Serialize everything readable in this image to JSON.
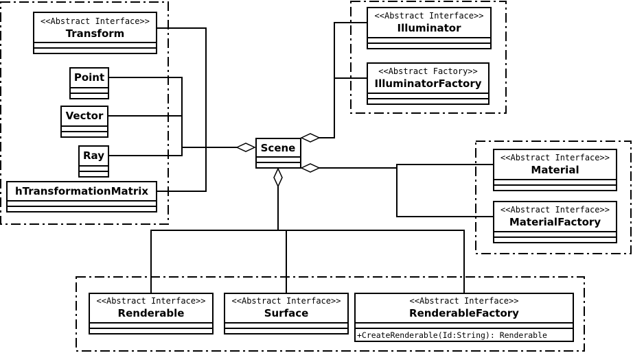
{
  "classes": {
    "transform": {
      "stereotype": "<<Abstract Interface>>",
      "name": "Transform"
    },
    "point": {
      "name": "Point"
    },
    "vector": {
      "name": "Vector"
    },
    "ray": {
      "name": "Ray"
    },
    "htm": {
      "name": "hTransformationMatrix"
    },
    "scene": {
      "name": "Scene"
    },
    "illuminator": {
      "stereotype": "<<Abstract Interface>>",
      "name": "Illuminator"
    },
    "illuminator_factory": {
      "stereotype": "<<Abstract Factory>>",
      "name": "IlluminatorFactory"
    },
    "material": {
      "stereotype": "<<Abstract Interface>>",
      "name": "Material"
    },
    "material_factory": {
      "stereotype": "<<Abstract Interface>>",
      "name": "MaterialFactory"
    },
    "renderable": {
      "stereotype": "<<Abstract Interface>>",
      "name": "Renderable"
    },
    "surface": {
      "stereotype": "<<Abstract Interface>>",
      "name": "Surface"
    },
    "renderable_factory": {
      "stereotype": "<<Abstract Interface>>",
      "name": "RenderableFactory",
      "method": "+CreateRenderable(Id:String): Renderable"
    }
  }
}
